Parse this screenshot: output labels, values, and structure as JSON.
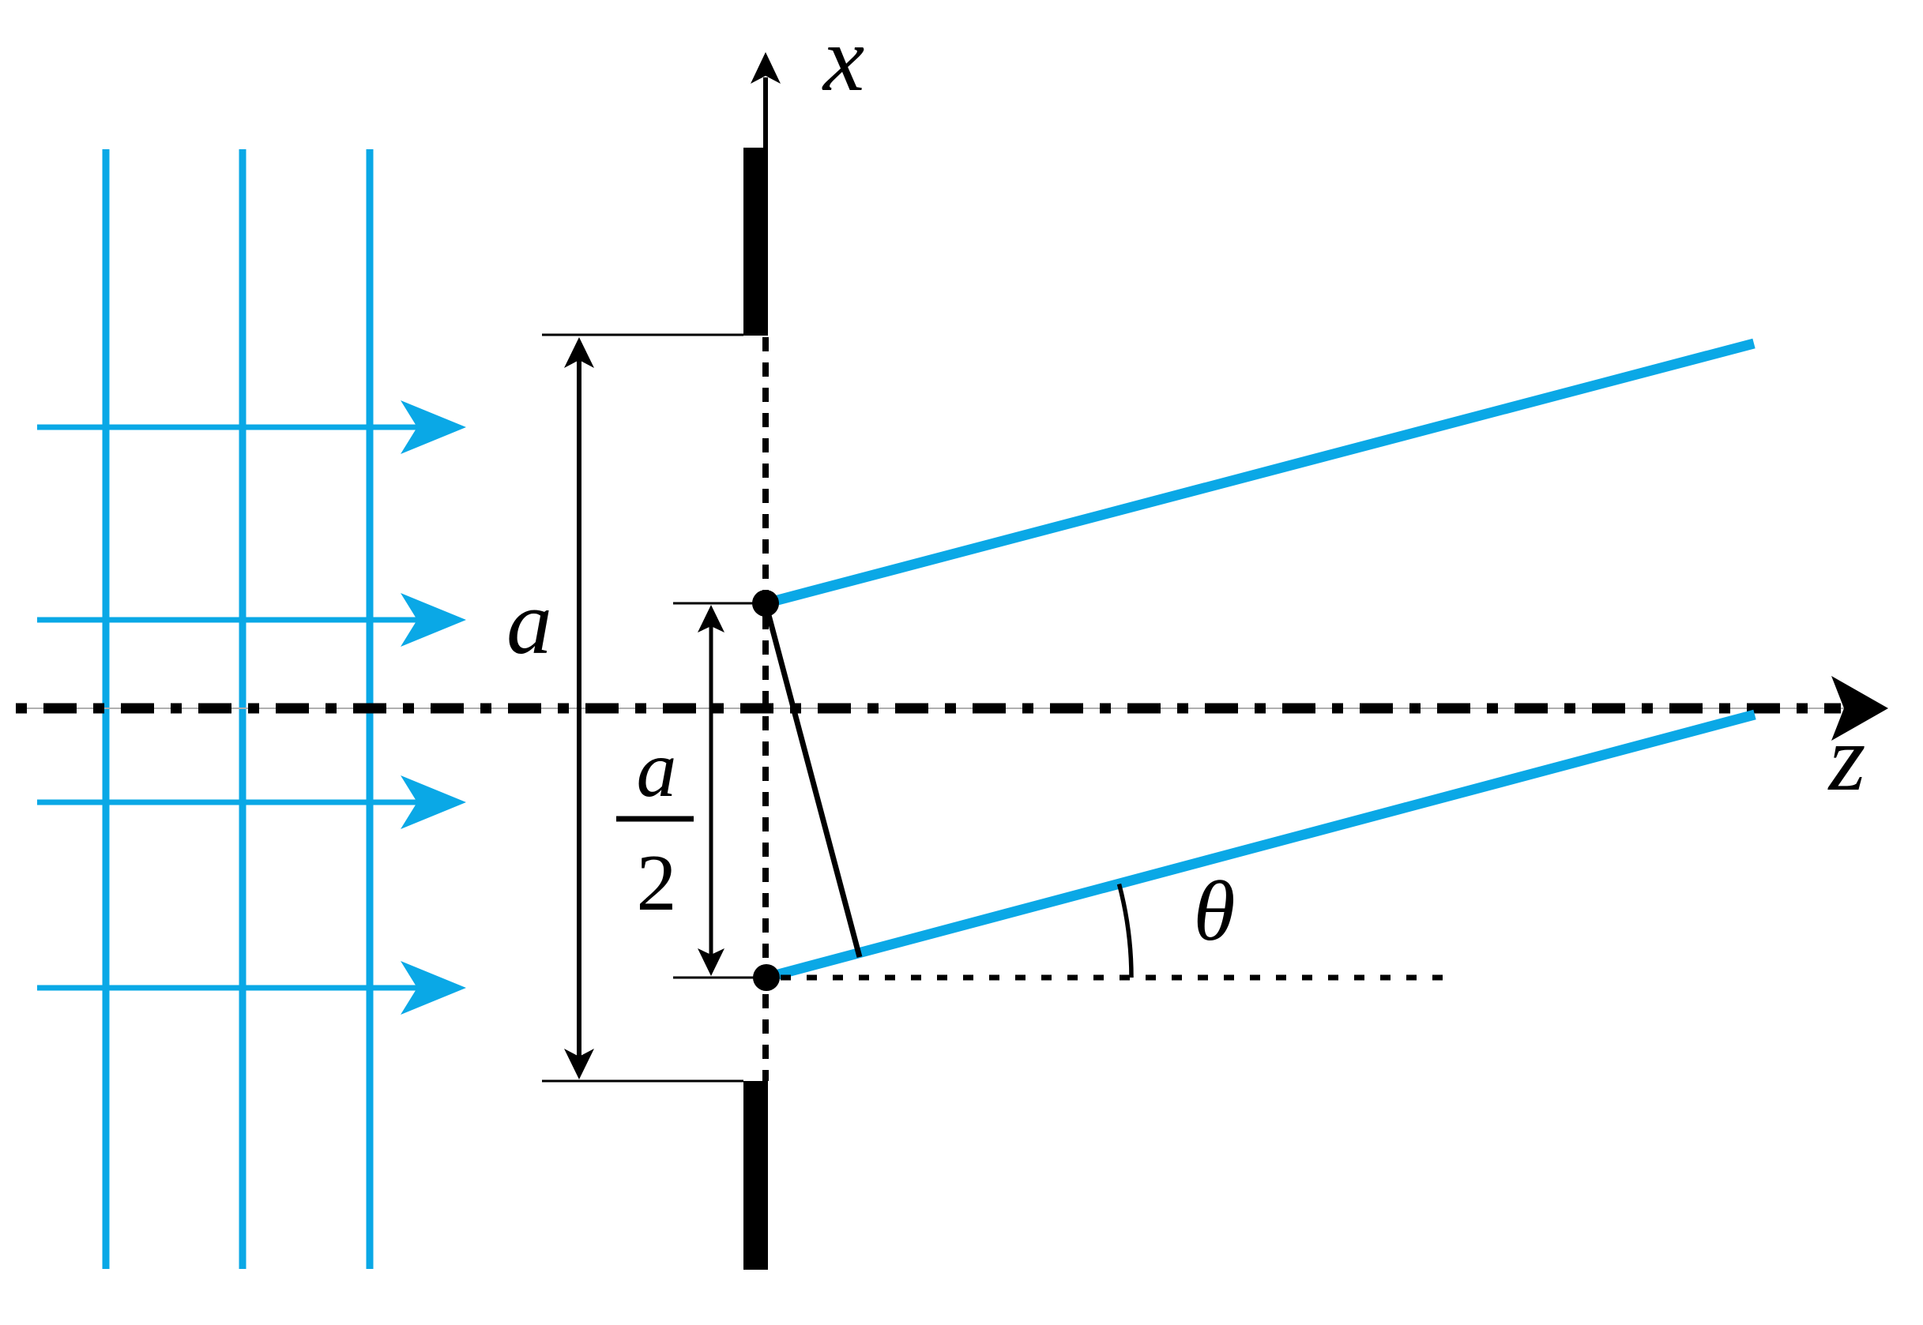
{
  "figure": {
    "axis_labels": {
      "vertical": "x",
      "horizontal": "z"
    },
    "dimension_labels": {
      "slit_width": "a",
      "half_slit_numerator": "a",
      "half_slit_denominator": "2"
    },
    "angle_label": "θ",
    "colors": {
      "wave_cyan": "#0AA8E6",
      "ink_black": "#000000",
      "axis_hairline_gray": "#b0b0b0"
    }
  }
}
